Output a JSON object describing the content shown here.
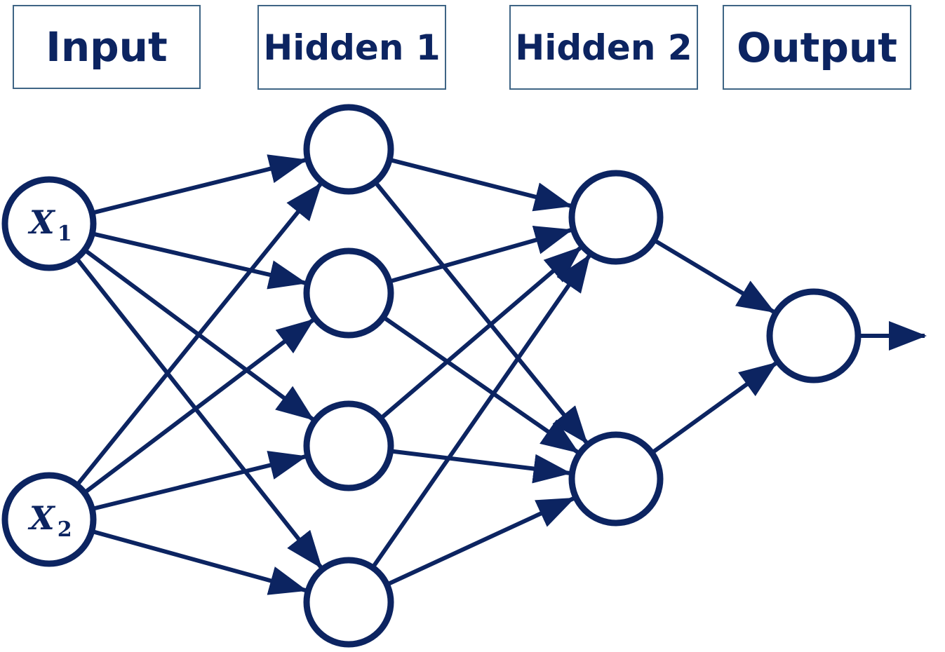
{
  "diagram": {
    "color": "#0c2461",
    "box_border_color": "#3f6585",
    "layers": [
      {
        "id": "input",
        "label": "Input"
      },
      {
        "id": "hidden1",
        "label": "Hidden 1"
      },
      {
        "id": "hidden2",
        "label": "Hidden 2"
      },
      {
        "id": "output",
        "label": "Output"
      }
    ],
    "input_nodes": [
      {
        "symbol": "X",
        "subscript": "1"
      },
      {
        "symbol": "X",
        "subscript": "2"
      }
    ],
    "layer_sizes": [
      2,
      4,
      2,
      1
    ],
    "connectivity": "fully-connected",
    "output_arrow": true
  }
}
